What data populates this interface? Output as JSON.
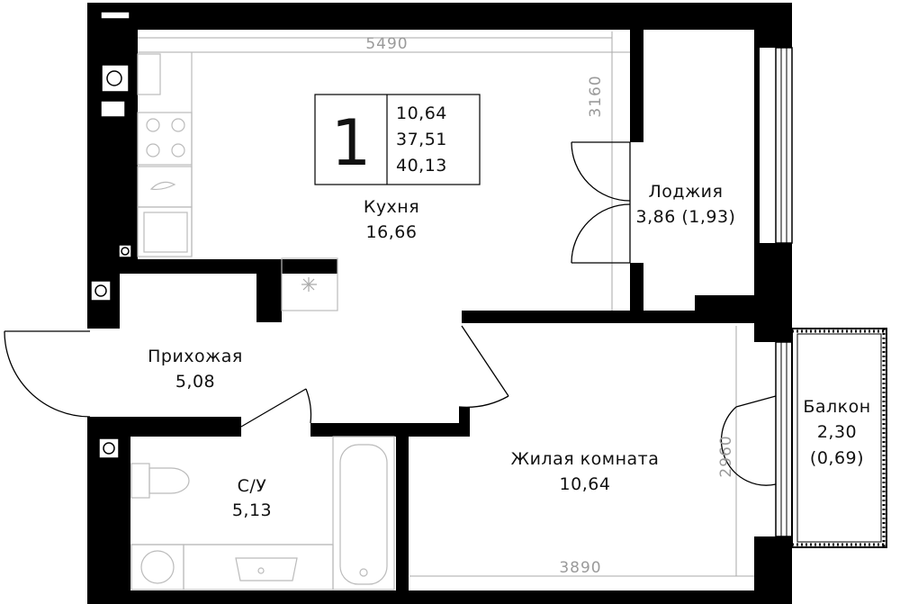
{
  "badge": {
    "rooms": "1",
    "living_area": "10,64",
    "total_area": "37,51",
    "total_area_with_balconies": "40,13"
  },
  "rooms": {
    "kitchen": {
      "name": "Кухня",
      "area": "16,66"
    },
    "loggia": {
      "name": "Лоджия",
      "area": "3,86 (1,93)"
    },
    "hallway": {
      "name": "Прихожая",
      "area": "5,08"
    },
    "bathroom": {
      "name": "С/У",
      "area": "5,13"
    },
    "living_room": {
      "name": "Жилая комната",
      "area": "10,64"
    },
    "balcony": {
      "name": "Балкон",
      "area": "2,30",
      "reduced_area": "(0,69)"
    }
  },
  "dimensions": {
    "kitchen_width": "5490",
    "kitchen_depth": "3160",
    "living_width": "3890",
    "living_depth": "2960"
  }
}
